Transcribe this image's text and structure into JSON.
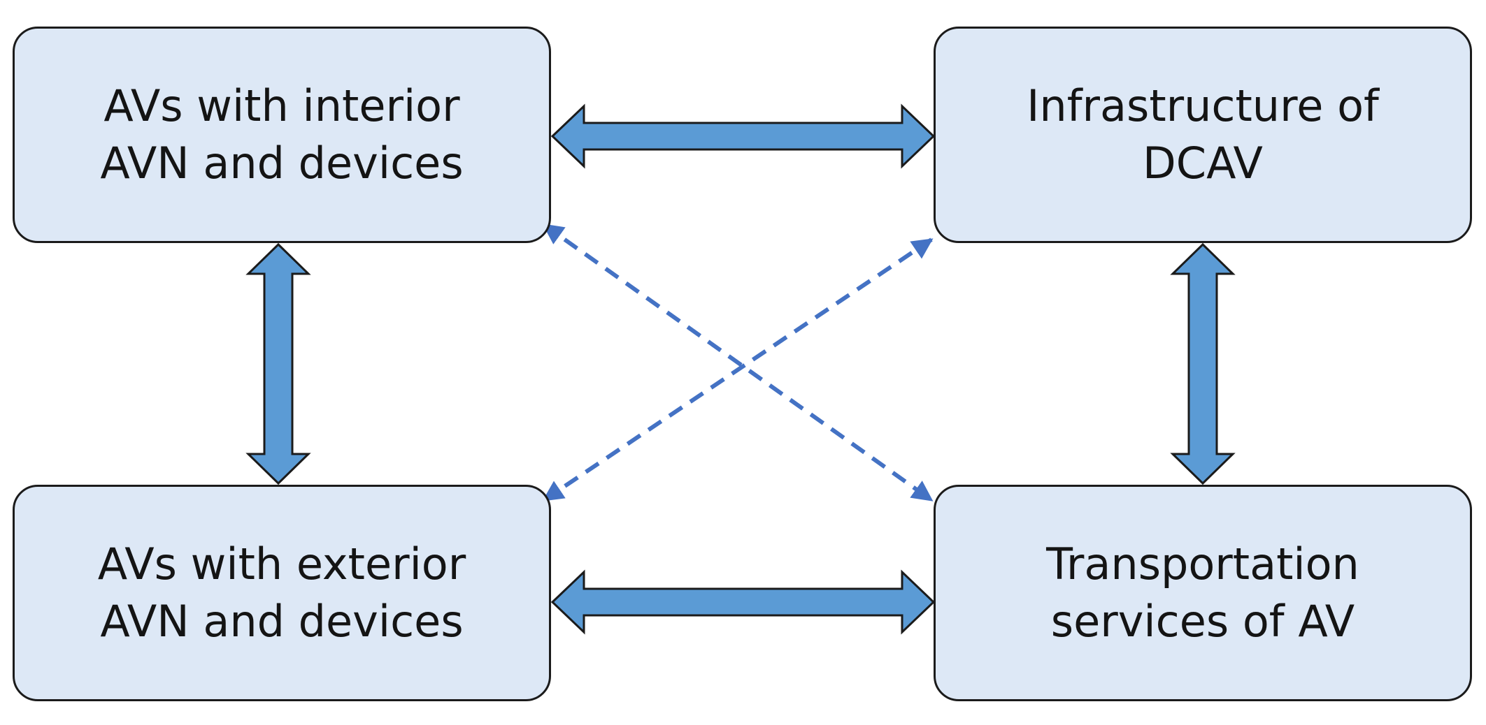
{
  "diagram": {
    "nodes": {
      "interior": {
        "label": "AVs with interior\nAVN and devices"
      },
      "dcav": {
        "label": "Infrastructure of\nDCAV"
      },
      "exterior": {
        "label": "AVs with exterior\nAVN and devices"
      },
      "transport": {
        "label": "Transportation\nservices of AV"
      }
    },
    "links": [
      {
        "from": "interior",
        "to": "dcav",
        "style": "solid",
        "direction": "bidirectional"
      },
      {
        "from": "exterior",
        "to": "transport",
        "style": "solid",
        "direction": "bidirectional"
      },
      {
        "from": "interior",
        "to": "exterior",
        "style": "solid",
        "direction": "bidirectional"
      },
      {
        "from": "dcav",
        "to": "transport",
        "style": "solid",
        "direction": "bidirectional"
      },
      {
        "from": "interior",
        "to": "transport",
        "style": "dashed",
        "direction": "bidirectional"
      },
      {
        "from": "exterior",
        "to": "dcav",
        "style": "dashed",
        "direction": "bidirectional"
      }
    ],
    "colors": {
      "box_fill": "#dde8f6",
      "box_border": "#1b1b1b",
      "arrow_fill": "#5b9bd5",
      "arrow_outline": "#1b1b1b",
      "dashed_arrow": "#4472c4"
    }
  }
}
